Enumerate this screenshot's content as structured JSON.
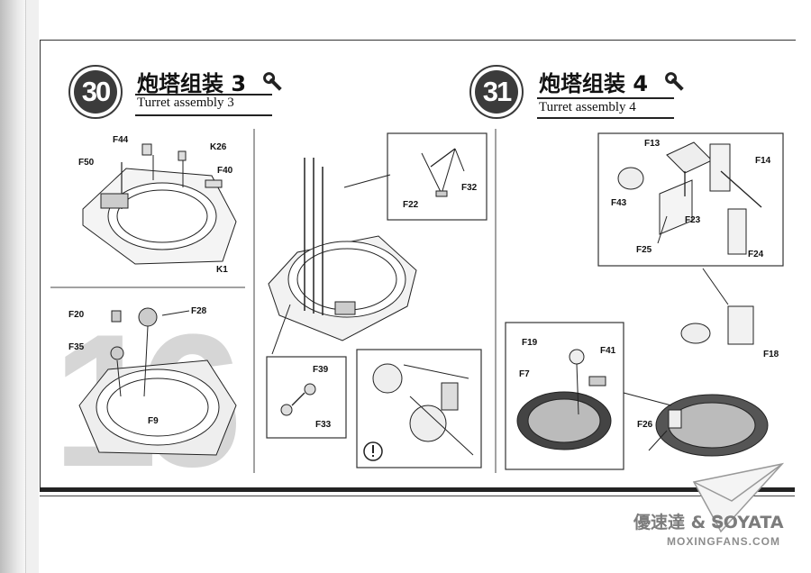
{
  "steps": [
    {
      "number": "30",
      "title_cn": "炮塔组装 3",
      "title_en": "Turret assembly 3"
    },
    {
      "number": "31",
      "title_cn": "炮塔组装 4",
      "title_en": "Turret assembly 4"
    }
  ],
  "step30": {
    "panel_a_labels": [
      "F44",
      "K26",
      "F50",
      "F40",
      "K1"
    ],
    "panel_b_labels": [
      "F20",
      "F28",
      "F35",
      "F9"
    ],
    "panel_b_background_number": "16",
    "detail_top_labels": [
      "F22",
      "F32"
    ],
    "detail_bottom_labels": [
      "F39",
      "F33"
    ],
    "caution_symbol": "!"
  },
  "step31": {
    "top_labels": [
      "F13",
      "F14",
      "F43",
      "F23",
      "F25",
      "F24"
    ],
    "bottom_left_labels": [
      "F19",
      "F41",
      "F7"
    ],
    "bottom_right_labels": [
      "F18",
      "F26"
    ]
  },
  "watermark": {
    "line1": "優速達 & 𝐒OYATA",
    "line2": "MOXINGFANS.COM"
  },
  "icons": [
    "wrench-icon",
    "caution-icon",
    "paper-plane-logo-icon"
  ]
}
